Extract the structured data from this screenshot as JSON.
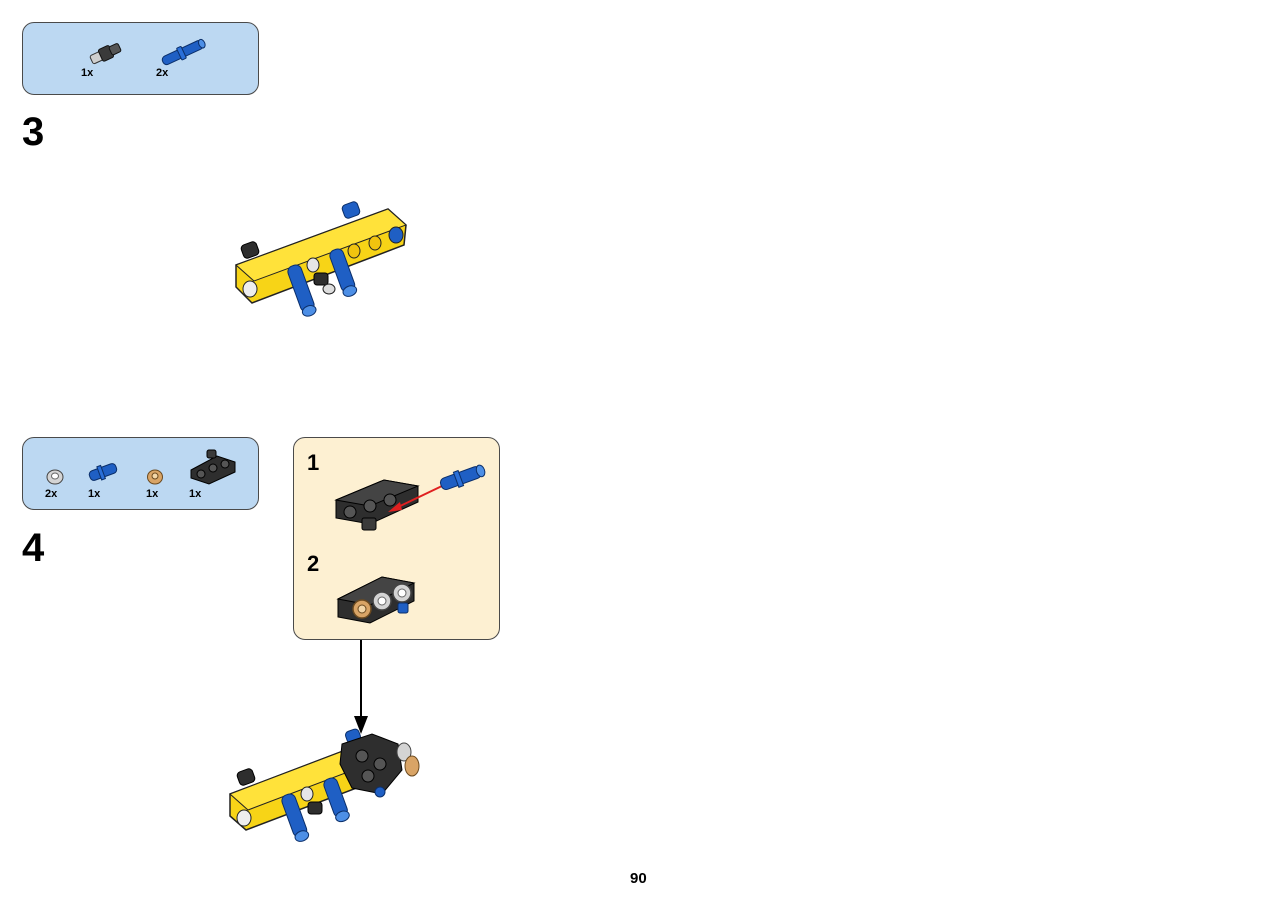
{
  "steps": [
    {
      "number": "3",
      "parts": [
        {
          "icon": "axle-connector-icon",
          "qty": "1x",
          "color": "#3a3a3a"
        },
        {
          "icon": "blue-pin-icon",
          "qty": "2x",
          "color": "#1f5fc4"
        }
      ]
    },
    {
      "number": "4",
      "parts": [
        {
          "icon": "bush-icon",
          "qty": "2x",
          "color": "#c9c9c9"
        },
        {
          "icon": "blue-axle-pin-icon",
          "qty": "1x",
          "color": "#1f5fc4"
        },
        {
          "icon": "tan-bush-icon",
          "qty": "1x",
          "color": "#d9a466"
        },
        {
          "icon": "black-beam-icon",
          "qty": "1x",
          "color": "#2e2e2e"
        }
      ],
      "substeps": [
        {
          "number": "1"
        },
        {
          "number": "2"
        }
      ]
    }
  ],
  "page_number": "90",
  "colors": {
    "parts_panel": "#bcd8f2",
    "substep_panel": "#fdf0d2",
    "yellow_beam": "#f7d417",
    "blue_pin": "#1f5fc4",
    "arrow_red": "#e02020"
  }
}
